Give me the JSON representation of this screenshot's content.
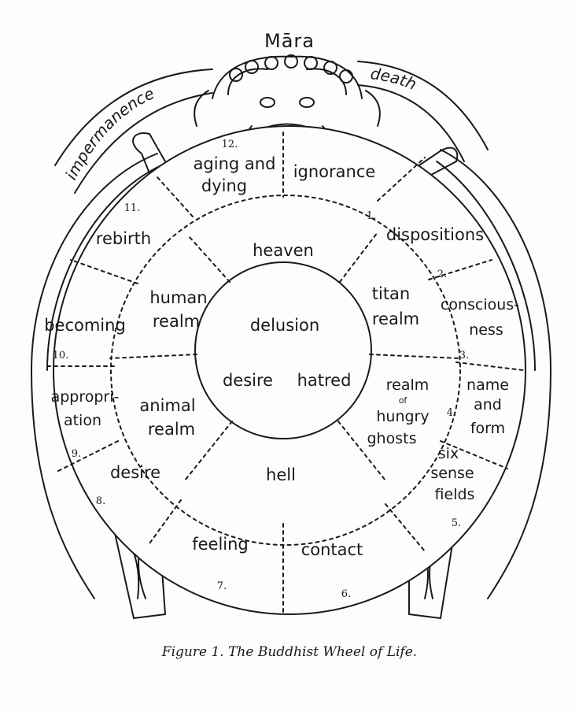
{
  "top_title": "Māra",
  "arc_left": "impermanence",
  "arc_right": "death",
  "center": {
    "top": "delusion",
    "bottom_left": "desire",
    "bottom_right": "hatred"
  },
  "realms": {
    "heaven": "heaven",
    "titan_1": "titan",
    "titan_2": "realm",
    "ghosts_1": "realm",
    "ghosts_of": "of",
    "ghosts_2": "hungry",
    "ghosts_3": "ghosts",
    "hell": "hell",
    "animal_1": "animal",
    "animal_2": "realm",
    "human_1": "human",
    "human_2": "realm"
  },
  "links": {
    "l1": {
      "num": "1.",
      "text": "ignorance"
    },
    "l2": {
      "num": "2.",
      "text": "dispositions"
    },
    "l3": {
      "num": "3.",
      "text1": "conscious-",
      "text2": "ness"
    },
    "l4": {
      "num": "4.",
      "text1": "name",
      "text2": "and",
      "text3": "form"
    },
    "l5": {
      "num": "5.",
      "text1": "six",
      "text2": "sense",
      "text3": "fields"
    },
    "l6": {
      "num": "6.",
      "text": "contact"
    },
    "l7": {
      "num": "7.",
      "text": "feeling"
    },
    "l8": {
      "num": "8.",
      "text": "desire"
    },
    "l9": {
      "num": "9.",
      "text1": "appropri-",
      "text2": "ation"
    },
    "l10": {
      "num": "10.",
      "text": "becoming"
    },
    "l11": {
      "num": "11.",
      "text": "rebirth"
    },
    "l12": {
      "num": "12.",
      "text1": "aging and",
      "text2": "dying"
    }
  },
  "caption": "Figure 1. The Buddhist Wheel of Life."
}
